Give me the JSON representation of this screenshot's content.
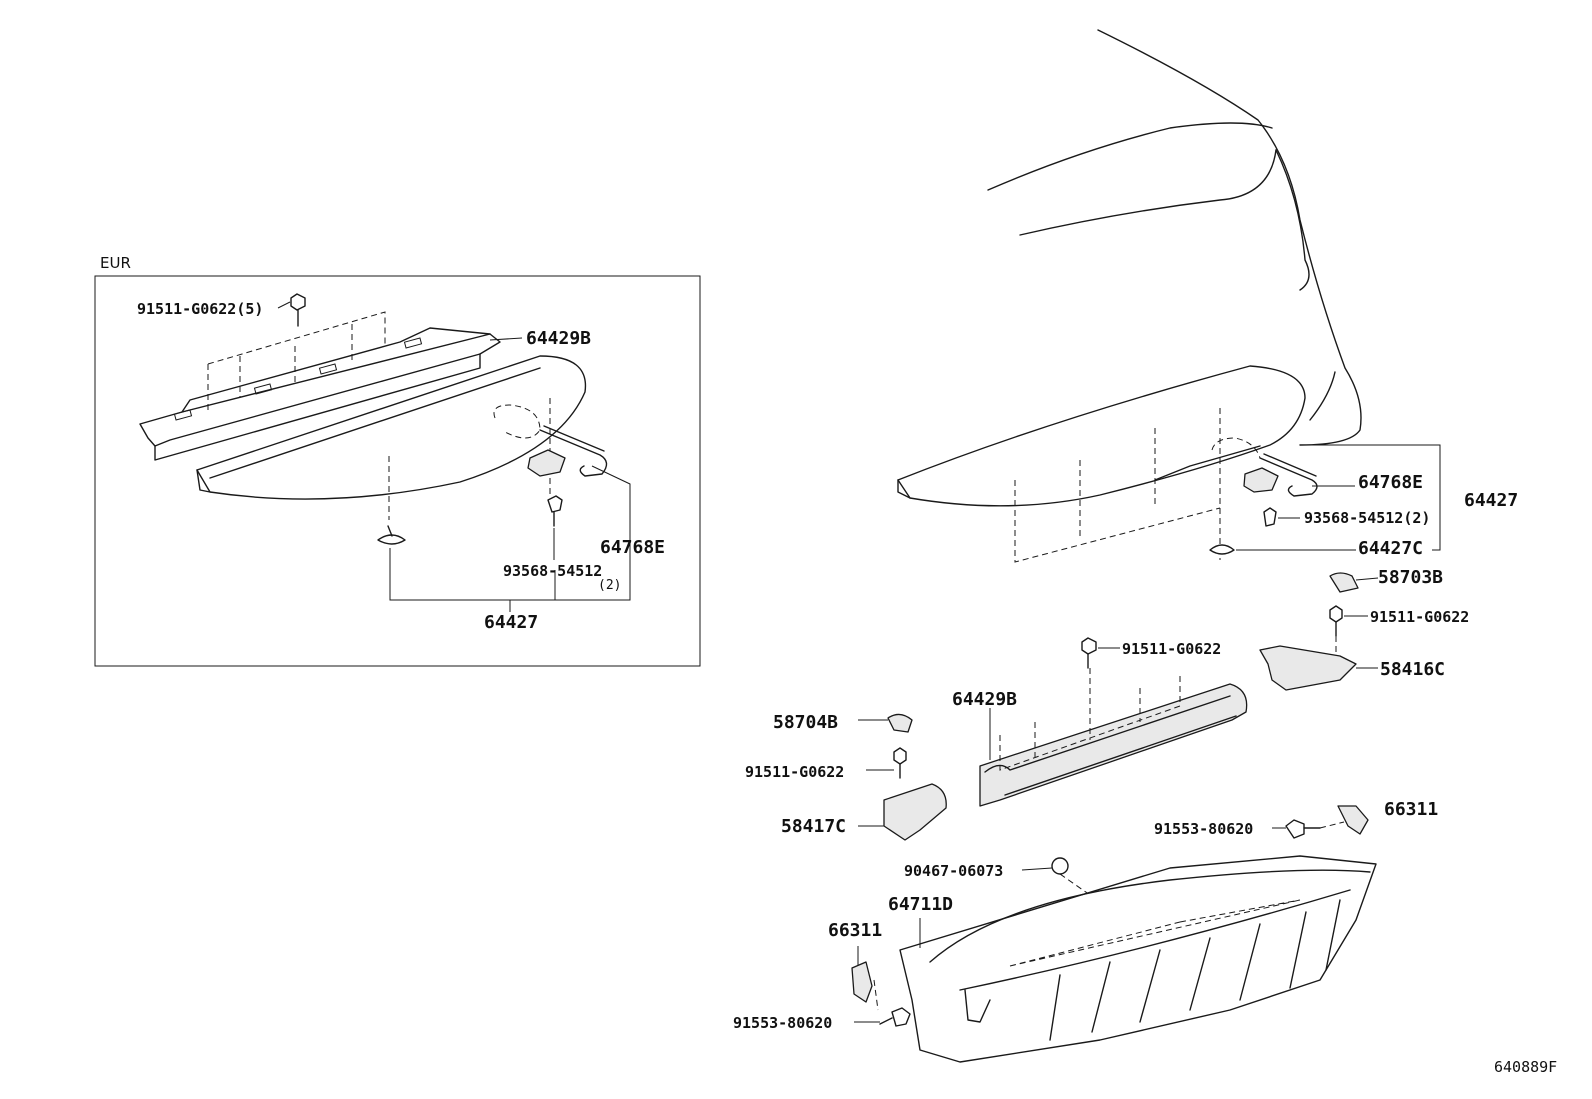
{
  "inset": {
    "region_label": "EUR",
    "callouts": {
      "bolt": "91511-G0622(5)",
      "brace": "64429B",
      "hook": "64768E",
      "screw": "93568-54512",
      "screw_qty": "(2)",
      "assembly": "64427"
    }
  },
  "main": {
    "callouts": {
      "hook": "64768E",
      "assembly": "64427",
      "screw": "93568-54512(2)",
      "clip": "64427C",
      "cap_right": "58703B",
      "bolt_right": "91511-G0622",
      "bolt_center": "91511-G0622",
      "bracket_right": "58416C",
      "brace": "64429B",
      "cap_left": "58704B",
      "bolt_left": "91511-G0622",
      "bracket_left": "58417C",
      "screw_right": "91553-80620",
      "clip_right": "66311",
      "plug": "90467-06073",
      "tray": "64711D",
      "clip_left": "66311",
      "screw_left": "91553-80620"
    }
  },
  "diagram_id": "640889F"
}
